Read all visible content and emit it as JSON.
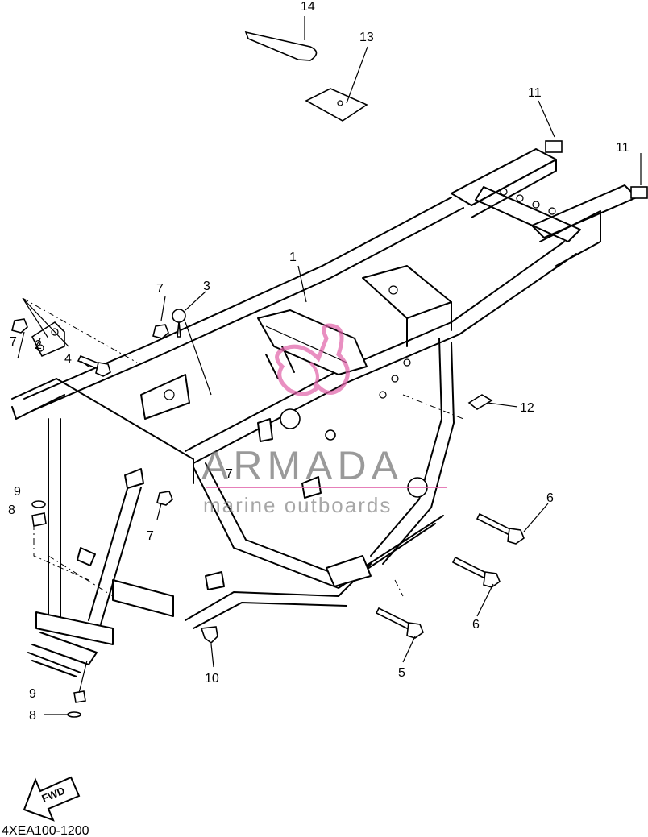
{
  "diagram_code": "4XEA100-1200",
  "fwd_label": "FWD",
  "watermark": {
    "brand": "ARMADA",
    "subtitle": "marine outboards",
    "accent_color": "#e060a8"
  },
  "callouts": [
    {
      "id": "c1",
      "label": "1"
    },
    {
      "id": "c2",
      "label": "2"
    },
    {
      "id": "c3",
      "label": "3"
    },
    {
      "id": "c4",
      "label": "4"
    },
    {
      "id": "c5",
      "label": "5"
    },
    {
      "id": "c6a",
      "label": "6"
    },
    {
      "id": "c6b",
      "label": "6"
    },
    {
      "id": "c7a",
      "label": "7"
    },
    {
      "id": "c7b",
      "label": "7"
    },
    {
      "id": "c7c",
      "label": "7"
    },
    {
      "id": "c7d",
      "label": "7"
    },
    {
      "id": "c8a",
      "label": "8"
    },
    {
      "id": "c8b",
      "label": "8"
    },
    {
      "id": "c9a",
      "label": "9"
    },
    {
      "id": "c9b",
      "label": "9"
    },
    {
      "id": "c10",
      "label": "10"
    },
    {
      "id": "c11a",
      "label": "11"
    },
    {
      "id": "c11b",
      "label": "11"
    },
    {
      "id": "c12",
      "label": "12"
    },
    {
      "id": "c13",
      "label": "13"
    },
    {
      "id": "c14",
      "label": "14"
    }
  ]
}
